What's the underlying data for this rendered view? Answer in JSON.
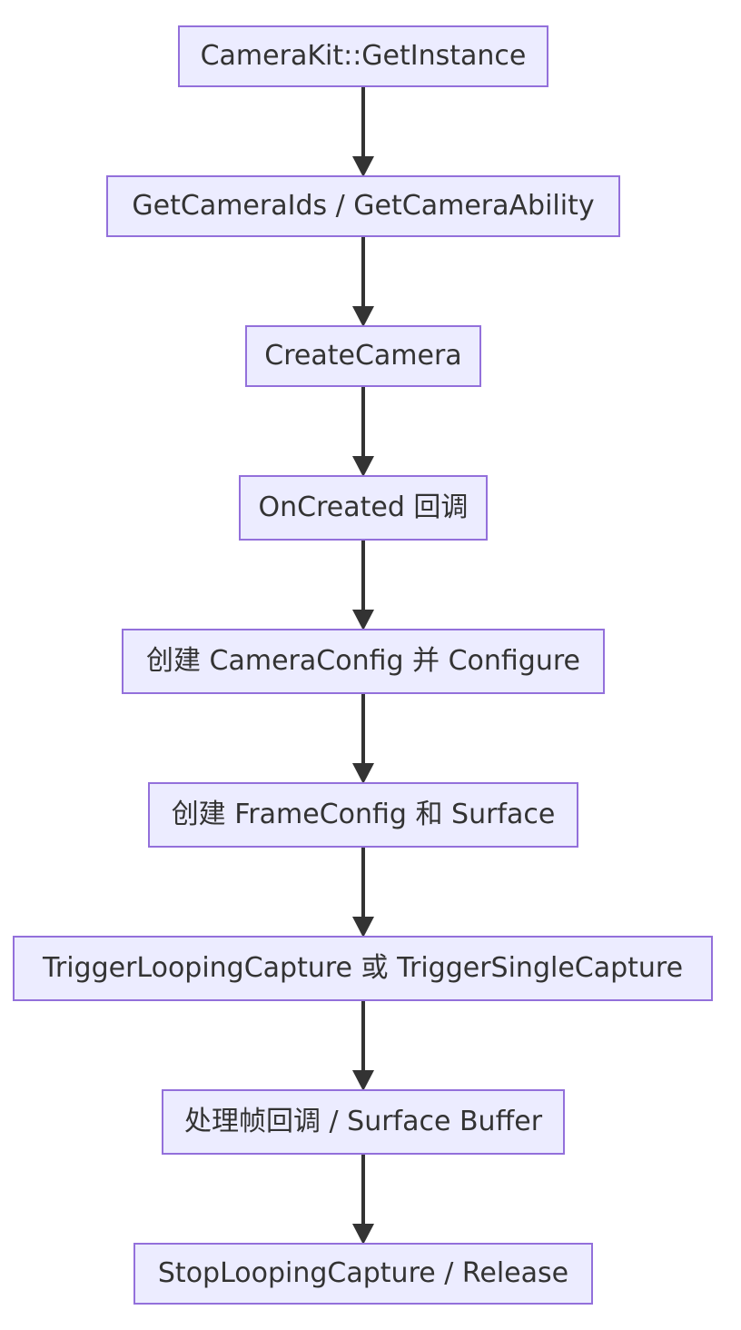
{
  "nodes": [
    {
      "label": "CameraKit::GetInstance"
    },
    {
      "label": "GetCameraIds / GetCameraAbility"
    },
    {
      "label": "CreateCamera"
    },
    {
      "label": "OnCreated 回调"
    },
    {
      "label": "创建 CameraConfig 并 Configure"
    },
    {
      "label": "创建 FrameConfig 和 Surface"
    },
    {
      "label": "TriggerLoopingCapture 或 TriggerSingleCapture"
    },
    {
      "label": "处理帧回调 / Surface Buffer"
    },
    {
      "label": "StopLoopingCapture / Release"
    }
  ],
  "colors": {
    "node_fill": "#ececff",
    "node_border": "#9370db",
    "text": "#333333",
    "edge": "#333333"
  }
}
